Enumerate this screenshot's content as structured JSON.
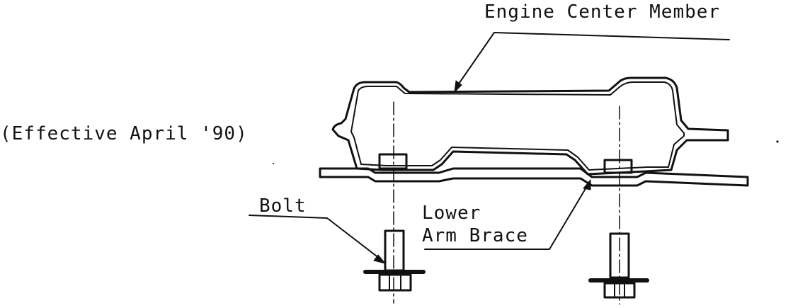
{
  "labels": {
    "engine_center_member": "Engine Center Member",
    "effective_date": "(Effective April '90)",
    "bolt": "Bolt",
    "lower_arm_brace_line1": "Lower",
    "lower_arm_brace_line2": "Arm Brace"
  },
  "colors": {
    "ink": "#111111",
    "background": "#ffffff"
  }
}
